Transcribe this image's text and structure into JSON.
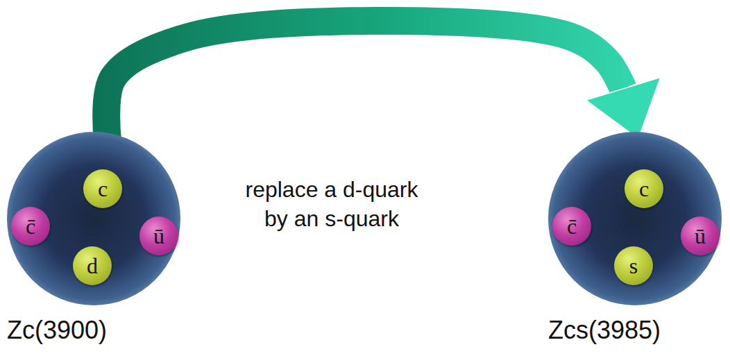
{
  "diagram": {
    "nodes": [
      {
        "text": [
          "Zc(3900)"
        ]
      },
      {
        "text": [
          "c"
        ],
        "in": 0
      },
      {
        "text": [
          "c̄"
        ],
        "in": 0
      },
      {
        "text": [
          "ū"
        ],
        "in": 0
      },
      {
        "text": [
          "d"
        ],
        "in": 0
      },
      {
        "text": [
          "Zcs(3985)"
        ]
      },
      {
        "text": [
          "c"
        ],
        "in": 5
      },
      {
        "text": [
          "c̄"
        ],
        "in": 5
      },
      {
        "text": [
          "ū"
        ],
        "in": 5
      },
      {
        "text": [
          "s"
        ],
        "in": 5
      }
    ],
    "edges": [
      {
        "from": 0,
        "to": 5,
        "arrow": "to",
        "label": "replace a d-quark by an s-quark"
      }
    ]
  }
}
